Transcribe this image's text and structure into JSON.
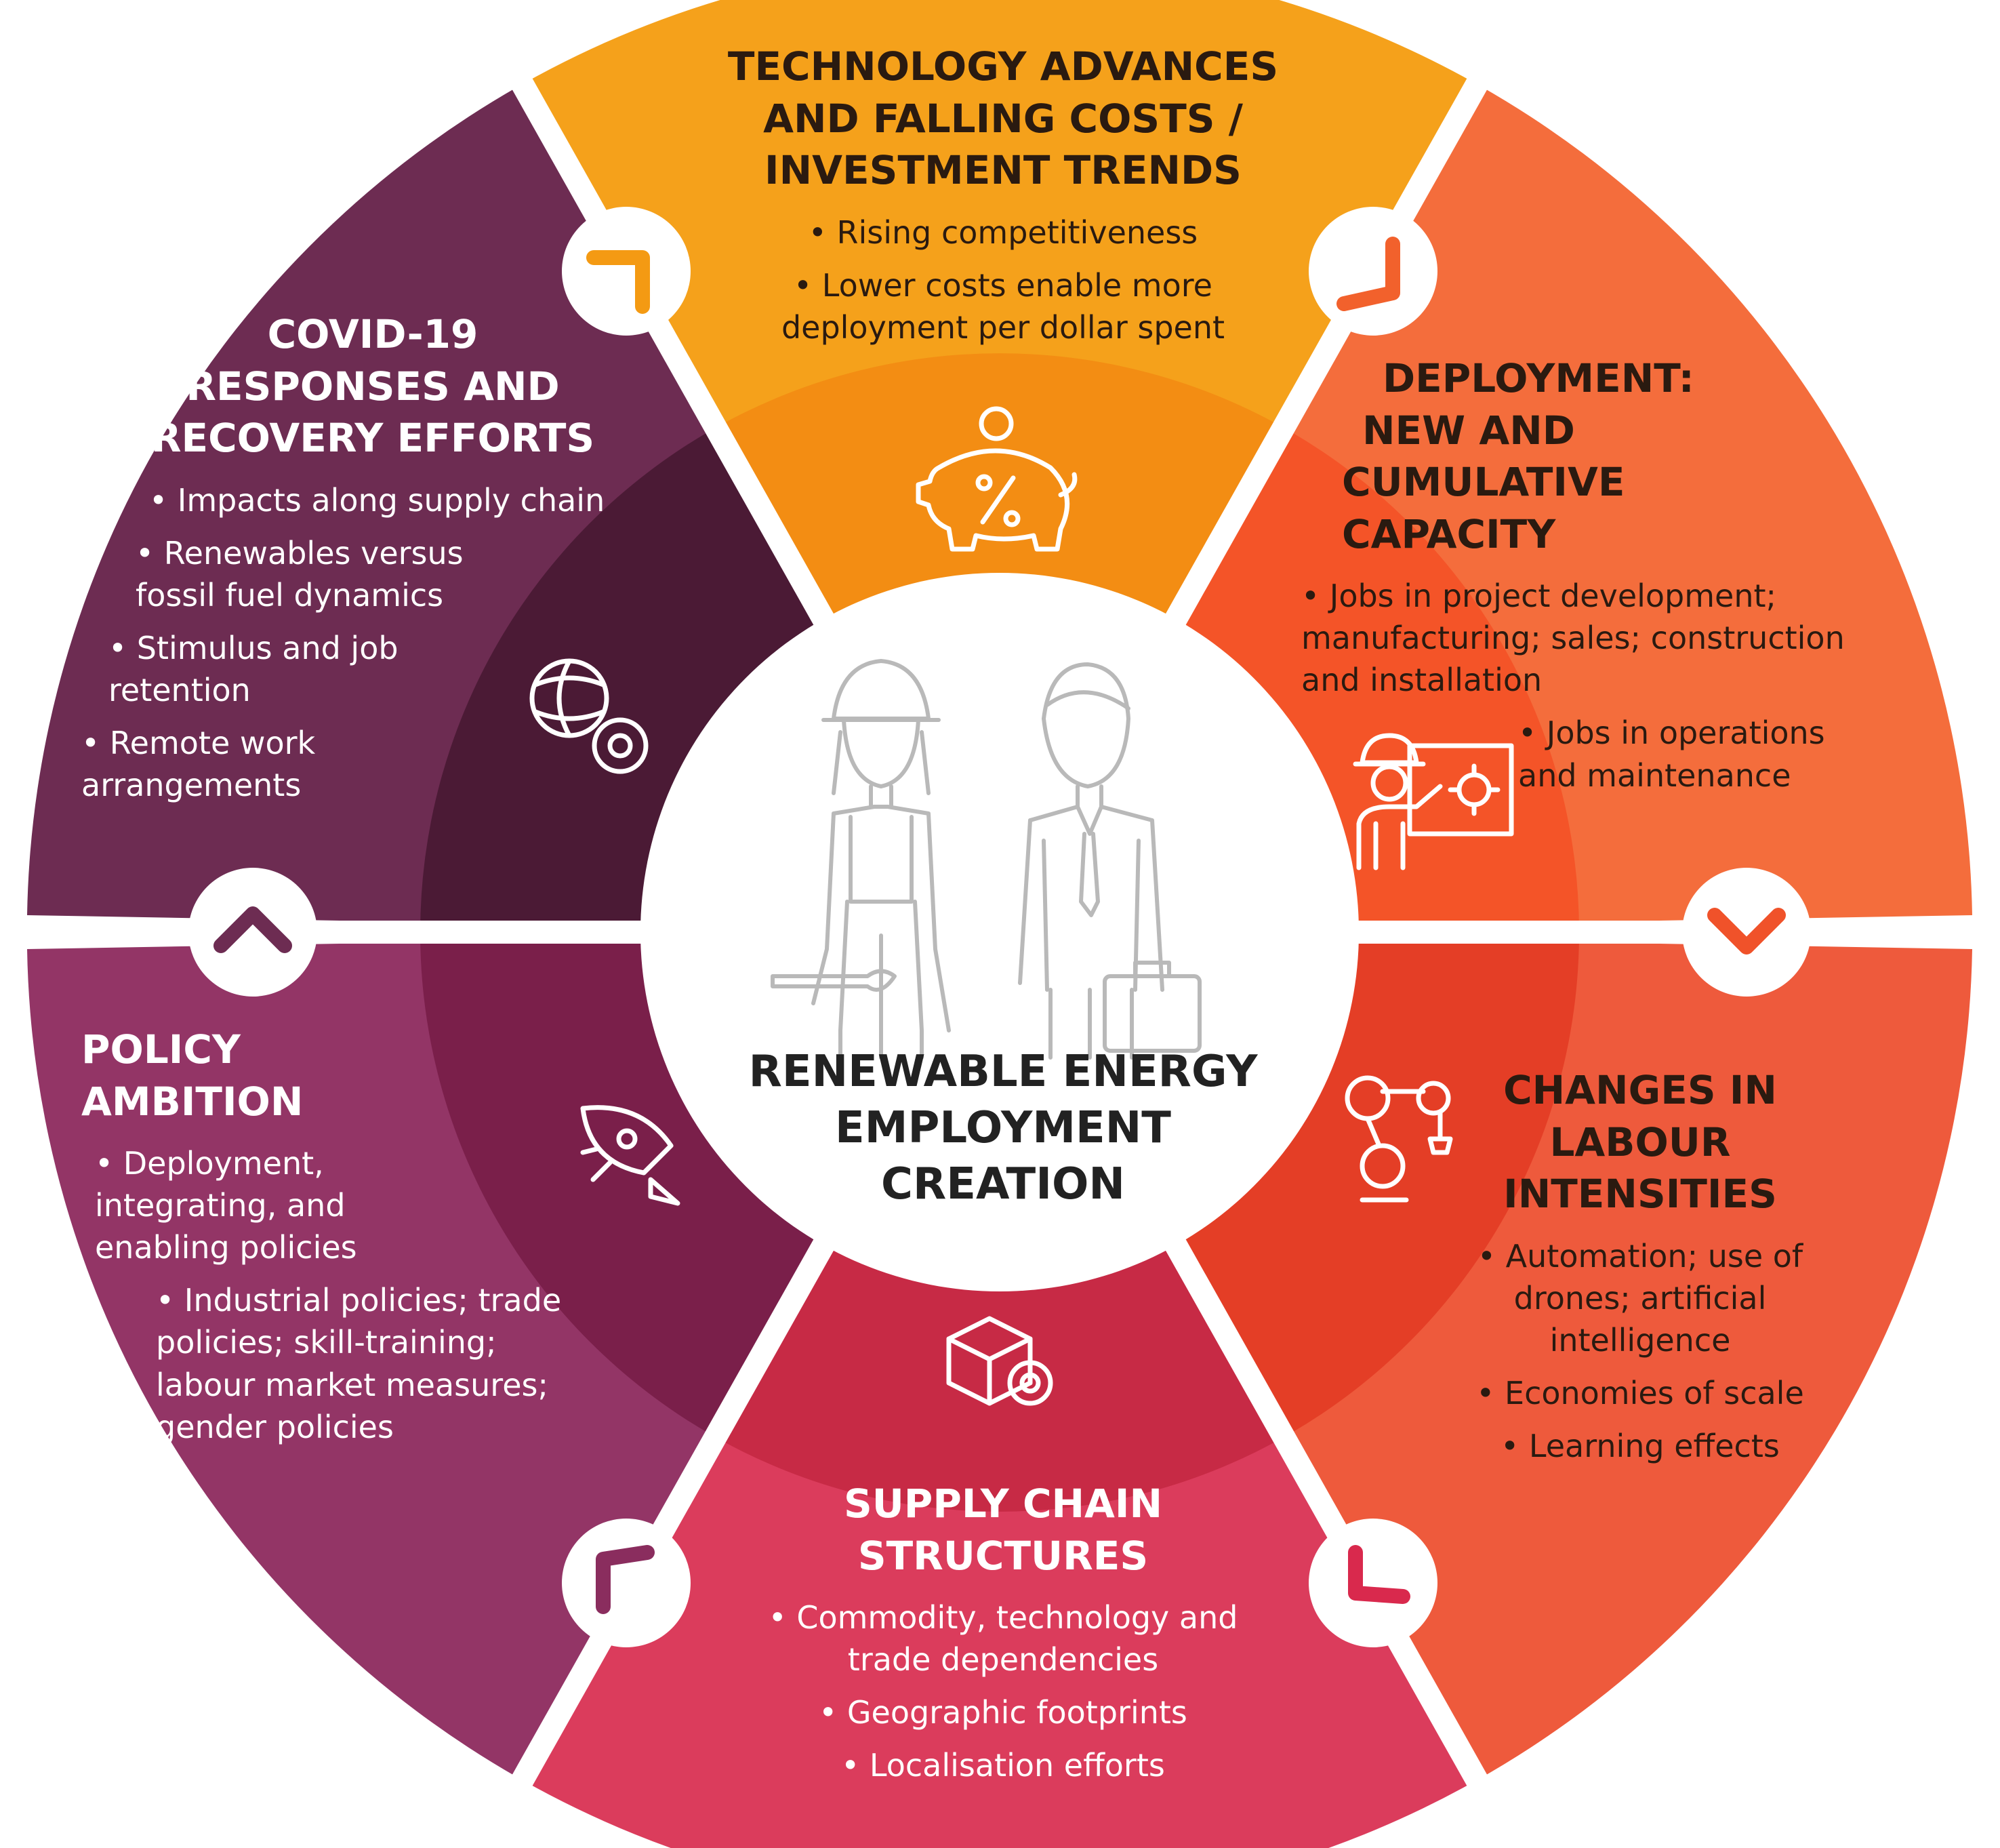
{
  "center": {
    "title_lines": [
      "RENEWABLE ENERGY",
      "EMPLOYMENT",
      "CREATION"
    ]
  },
  "colors": {
    "technology": "#f5a11b",
    "technology_inner": "#f38d13",
    "deployment": "#f46d3c",
    "deployment_inner": "#f45428",
    "labour": "#ee5a3c",
    "labour_inner": "#e43e26",
    "supply": "#db3c5c",
    "supply_inner": "#c72a45",
    "policy": "#933566",
    "policy_inner": "#7a1f4a",
    "covid": "#6d2c52",
    "covid_inner": "#4b1a35"
  },
  "segments": {
    "technology": {
      "title_lines": [
        "TECHNOLOGY ADVANCES",
        "AND FALLING COSTS /",
        "INVESTMENT TRENDS"
      ],
      "bullets": [
        "Rising competitiveness",
        "Lower costs enable more deployment per dollar spent"
      ],
      "icon": "piggy-bank-percent-icon"
    },
    "deployment": {
      "title_lines": [
        "DEPLOYMENT:",
        "NEW AND",
        "CUMULATIVE",
        "CAPACITY"
      ],
      "bullets": [
        "Jobs in project development; manufacturing; sales; construction and installation",
        "Jobs in operations and maintenance"
      ],
      "icon": "worker-presentation-gear-icon"
    },
    "labour": {
      "title_lines": [
        "CHANGES IN",
        "LABOUR",
        "INTENSITIES"
      ],
      "bullets": [
        "Automation; use of drones; artificial intelligence",
        "Economies of scale",
        "Learning effects"
      ],
      "icon": "robot-arm-icon"
    },
    "supply": {
      "title_lines": [
        "SUPPLY CHAIN",
        "STRUCTURES"
      ],
      "bullets": [
        "Commodity, technology and trade dependencies",
        "Geographic footprints",
        "Localisation efforts"
      ],
      "icon": "box-gear-icon"
    },
    "policy": {
      "title_lines": [
        "POLICY",
        "AMBITION"
      ],
      "bullets": [
        "Deployment, integrating, and enabling policies",
        "Industrial policies; trade policies; skill-training; labour market measures; gender policies"
      ],
      "icon": "rocket-icon"
    },
    "covid": {
      "title_lines": [
        "COVID-19",
        "RESPONSES AND",
        "RECOVERY EFFORTS"
      ],
      "bullets": [
        "Impacts along supply chain",
        "Renewables versus fossil fuel dynamics",
        "Stimulus and job retention",
        "Remote work arrangements"
      ],
      "icon": "globe-gear-icon"
    }
  }
}
